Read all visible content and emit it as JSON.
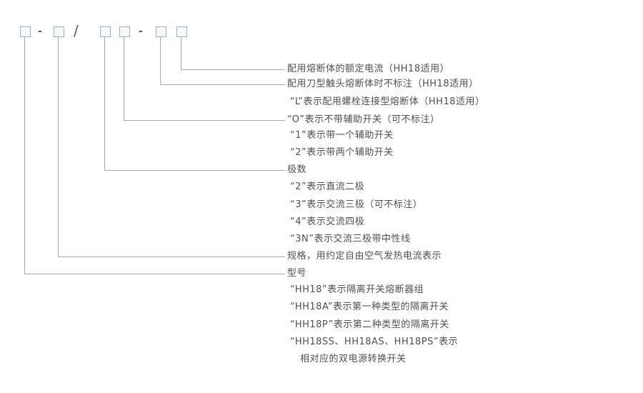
{
  "diagram": {
    "code_row": {
      "sep1": "-",
      "sep2": "/",
      "sep3": "-"
    },
    "labels": {
      "fuse_current": "配用熔断体的额定电流（HH18适用）",
      "knife_fuse": "配用刀型触头熔断体时不标注（HH18适用）",
      "bolt_fuse": "“L”表示配用螺栓连接型熔断体（HH18适用）",
      "aux_none": "“O”表示不带辅助开关（可不标注）",
      "aux_one": "“1”表示带一个辅助开关",
      "aux_two": "“2”表示带两个辅助开关",
      "poles": "极数",
      "poles_dc2": "“2”表示直流二极",
      "poles_ac3": "“3”表示交流三极（可不标注）",
      "poles_ac4": "“4”表示交流四极",
      "poles_3n": "“3N”表示交流三极带中性线",
      "spec": "规格，用约定自由空气发热电流表示",
      "model": "型号",
      "model_hh18": "“HH18”表示隔离开关熔断器组",
      "model_hh18a": "“HH18A”表示第一种类型的隔离开关",
      "model_hh18p": "“HH18P”表示第二种类型的隔离开关",
      "model_hh18s_line1": "“HH18SS、HH18AS、HH18PS”表示",
      "model_hh18s_line2": "相对应的双电源转换开关"
    }
  }
}
